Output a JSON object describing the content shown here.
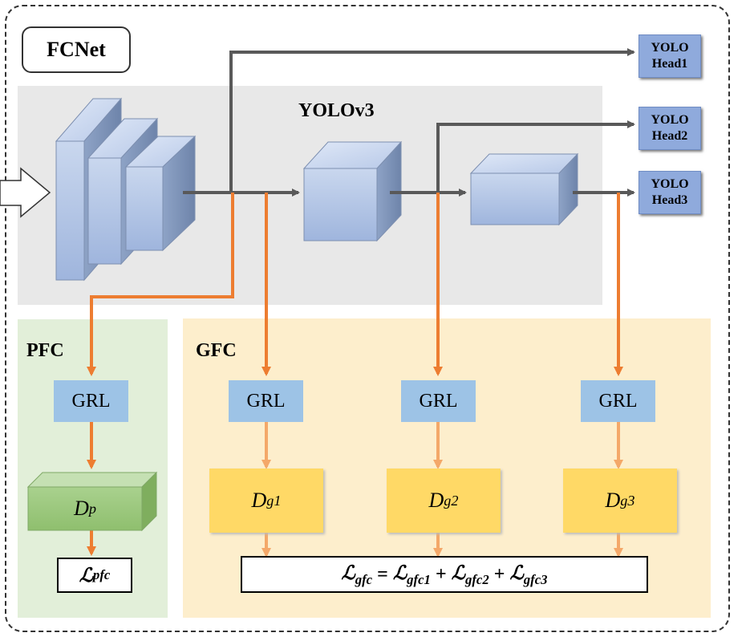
{
  "title": "FCNet",
  "backbone_label": "YOLOv3",
  "heads": [
    {
      "line1": "YOLO",
      "line2": "Head1"
    },
    {
      "line1": "YOLO",
      "line2": "Head2"
    },
    {
      "line1": "YOLO",
      "line2": "Head3"
    }
  ],
  "pfc": {
    "label": "PFC",
    "grl": "GRL",
    "discriminator": {
      "base": "D",
      "sub": "p"
    },
    "loss": {
      "base": "ℒ",
      "sub": "pfc"
    }
  },
  "gfc": {
    "label": "GFC",
    "grl_labels": [
      "GRL",
      "GRL",
      "GRL"
    ],
    "discriminators": [
      {
        "base": "D",
        "sub": "g1"
      },
      {
        "base": "D",
        "sub": "g2"
      },
      {
        "base": "D",
        "sub": "g3"
      }
    ],
    "loss": {
      "lhs_base": "ℒ",
      "lhs_sub": "gfc",
      "eq": "=",
      "terms": [
        {
          "base": "ℒ",
          "sub": "gfc1"
        },
        {
          "base": "ℒ",
          "sub": "gfc2"
        },
        {
          "base": "ℒ",
          "sub": "gfc3"
        }
      ],
      "plus": "+"
    }
  },
  "colors": {
    "orange_arrow": "#ed7d31",
    "gray_arrow": "#595959",
    "head_fill": "#8faadc",
    "grl_fill": "#9dc3e6",
    "dg_fill": "#ffd966",
    "dp_fill": "#a9d18e"
  }
}
